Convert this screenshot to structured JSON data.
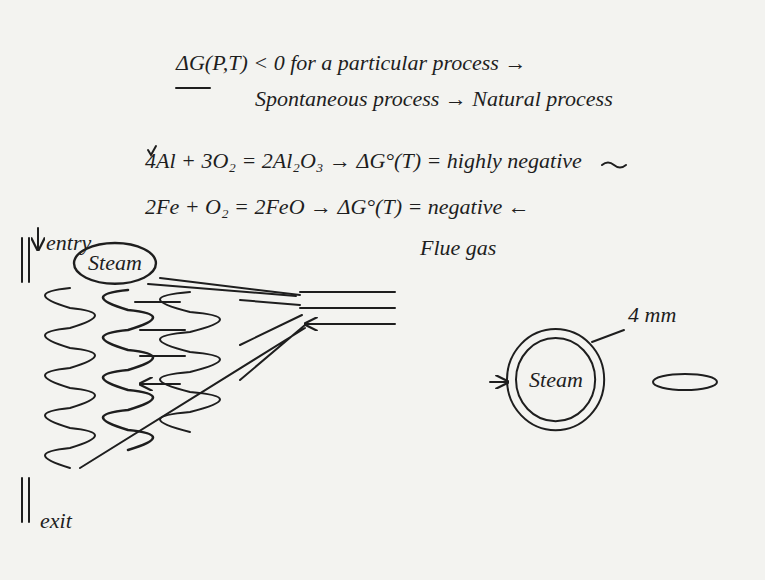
{
  "diagram": {
    "nodes": [
      {
        "text": [
          "Steam"
        ]
      },
      {
        "text": [
          "Steam"
        ]
      }
    ],
    "labels": [
      "ΔG(P,T) < 0 for a particular process →",
      "Spontaneous process → Natural process",
      "4Al + 3O₂ = 2Al₂O₃ → ΔG°(T) = highly negative",
      "2Fe + O₂ = 2FeO → ΔG°(T) = negative ←",
      "entry",
      "Flue gas",
      "exit",
      "4 mm"
    ]
  }
}
